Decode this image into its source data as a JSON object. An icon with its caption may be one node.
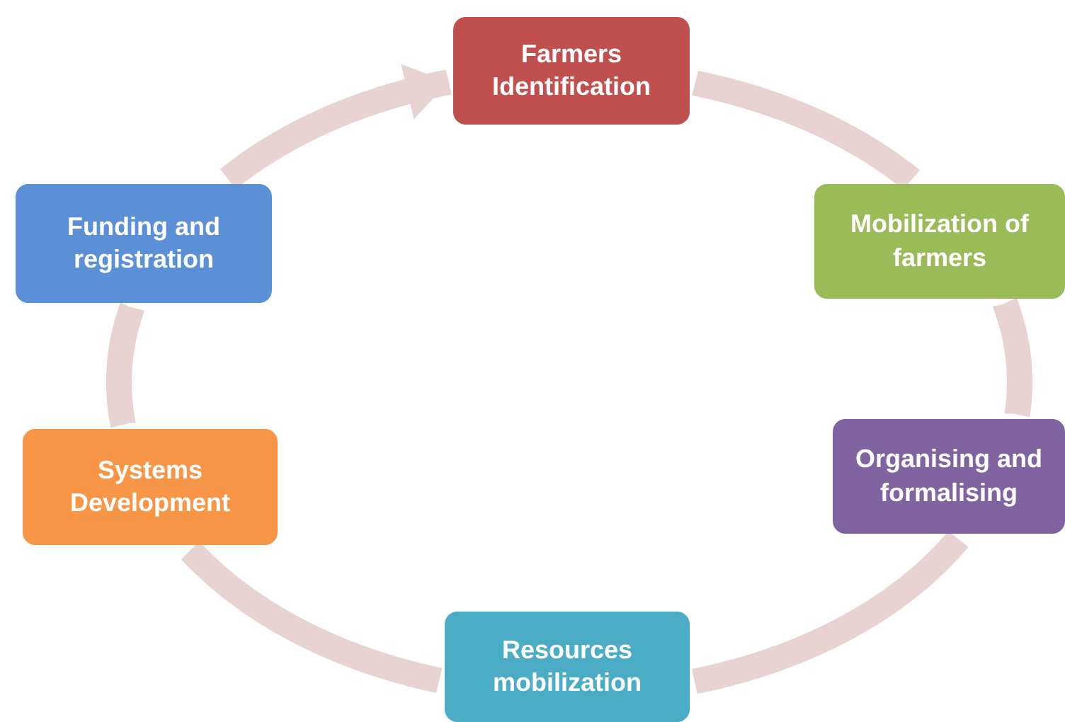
{
  "diagram": {
    "nodes": [
      {
        "text": [
          "Farmers Identification"
        ]
      },
      {
        "text": [
          "Mobilization of farmers"
        ]
      },
      {
        "text": [
          "Organising and formalising"
        ]
      },
      {
        "text": [
          "Resources mobilization"
        ]
      },
      {
        "text": [
          "Systems Development"
        ]
      },
      {
        "text": [
          "Funding and registration"
        ]
      }
    ],
    "edges": [
      {
        "from": 0,
        "to": 1,
        "arrow": "none"
      },
      {
        "from": 1,
        "to": 2,
        "arrow": "none"
      },
      {
        "from": 2,
        "to": 3,
        "arrow": "none"
      },
      {
        "from": 3,
        "to": 4,
        "arrow": "none"
      },
      {
        "from": 4,
        "to": 5,
        "arrow": "none"
      },
      {
        "from": 5,
        "to": 0,
        "arrow": "to"
      }
    ]
  }
}
